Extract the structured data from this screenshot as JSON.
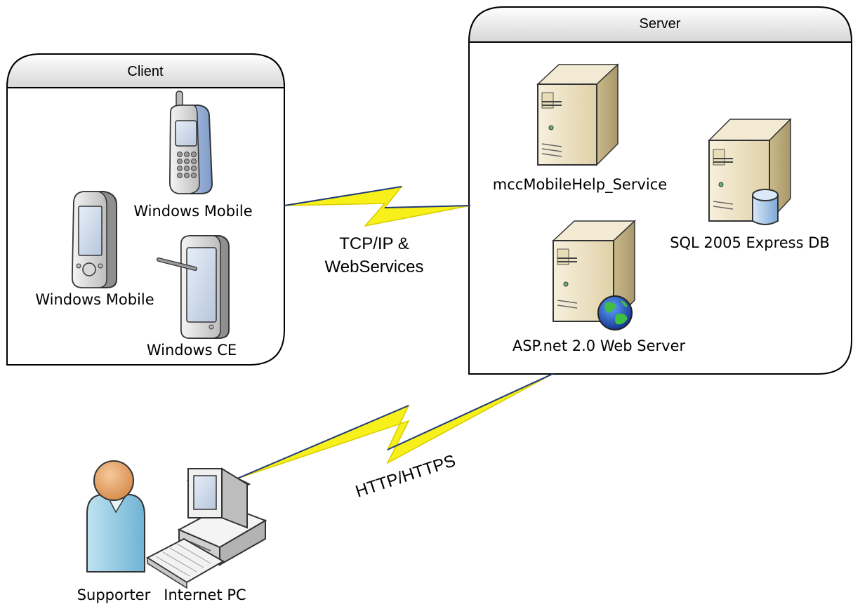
{
  "groups": {
    "client": {
      "title": "Client"
    },
    "server": {
      "title": "Server"
    }
  },
  "devices": {
    "phone": {
      "label": "Windows Mobile",
      "icon": "cell-phone-icon"
    },
    "pda": {
      "label": "Windows Mobile",
      "icon": "pda-icon"
    },
    "tablet": {
      "label": "Windows CE",
      "icon": "tablet-pc-icon"
    },
    "service": {
      "label": "mccMobileHelp_Service",
      "icon": "server-tower-icon"
    },
    "database": {
      "label": "SQL 2005 Express DB",
      "icon": "database-server-icon"
    },
    "webserver": {
      "label": "ASP.net 2.0 Web Server",
      "icon": "web-server-icon"
    },
    "supporter": {
      "label": "Supporter",
      "icon": "user-icon"
    },
    "internet_pc": {
      "label": "Internet PC",
      "icon": "desktop-computer-icon"
    }
  },
  "links": {
    "client_server": {
      "label_line1": "TCP/IP &",
      "label_line2": "WebServices"
    },
    "server_pc": {
      "label": "HTTP/HTTPS"
    }
  },
  "colors": {
    "lightning": "#f7f01a",
    "link_line": "#1f3a7a",
    "server_beige": "#e9dcb8",
    "group_header": "#e6e6e6"
  }
}
